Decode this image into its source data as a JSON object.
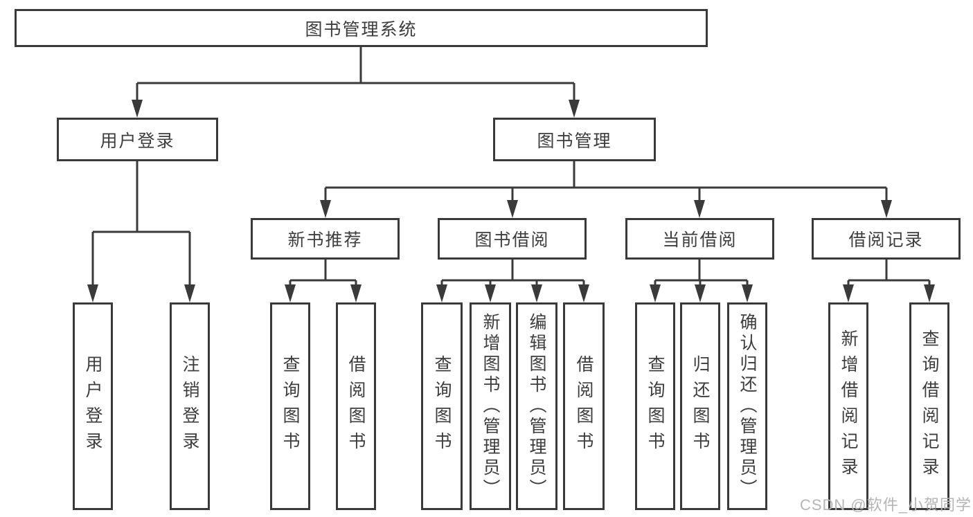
{
  "root": {
    "label": "图书管理系统"
  },
  "branches": {
    "user": {
      "label": "用户登录",
      "children": [
        {
          "label": "用户登录"
        },
        {
          "label": "注销登录"
        }
      ]
    },
    "book": {
      "label": "图书管理",
      "sections": [
        {
          "label": "新书推荐",
          "children": [
            {
              "label": "查询图书"
            },
            {
              "label": "借阅图书"
            }
          ]
        },
        {
          "label": "图书借阅",
          "children": [
            {
              "label": "查询图书"
            },
            {
              "label": "新增图书（管理员）"
            },
            {
              "label": "编辑图书（管理员）"
            },
            {
              "label": "借阅图书"
            }
          ]
        },
        {
          "label": "当前借阅",
          "children": [
            {
              "label": "查询图书"
            },
            {
              "label": "归还图书"
            },
            {
              "label": "确认归还（管理员）"
            }
          ]
        },
        {
          "label": "借阅记录",
          "children": [
            {
              "label": "新增借阅记录"
            },
            {
              "label": "查询借阅记录"
            }
          ]
        }
      ]
    }
  },
  "watermark": {
    "text": "CSDN @软件_小贺同学"
  },
  "colors": {
    "line": "#3a3a3a",
    "text": "#3d3d3d",
    "background": "#ffffff",
    "watermark": "#b5b5b5"
  }
}
